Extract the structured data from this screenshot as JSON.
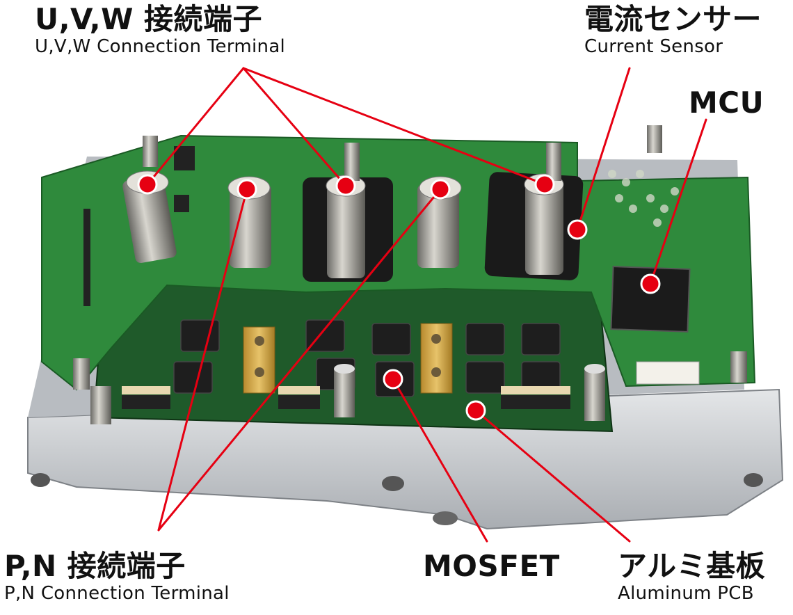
{
  "labels": {
    "uvw_terminal": {
      "jp": "U,V,W 接続端子",
      "en": "U,V,W Connection Terminal"
    },
    "current_sensor": {
      "jp": "電流センサー",
      "en": "Current Sensor"
    },
    "mcu": {
      "jp": "MCU"
    },
    "pn_terminal": {
      "jp": "P,N 接続端子",
      "en": "P,N Connection Terminal"
    },
    "mosfet": {
      "jp": "MOSFET"
    },
    "aluminum_pcb": {
      "jp": "アルミ基板",
      "en": "Aluminum PCB"
    }
  },
  "colors": {
    "callout_line": "#e60012",
    "marker": "#e60012",
    "pcb_green": "#2f8a3c",
    "aluminum": "#c9ccd0"
  }
}
